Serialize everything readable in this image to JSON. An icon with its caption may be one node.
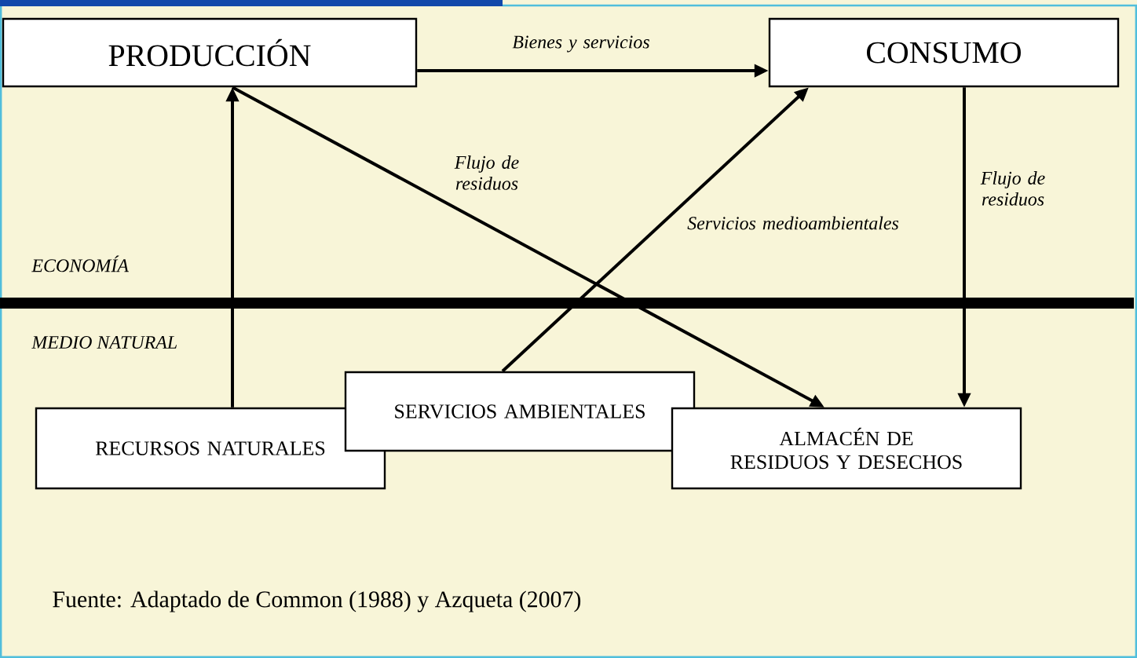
{
  "diagram": {
    "nodes": [
      {
        "text": [
          "PRODUCCIÓN"
        ]
      },
      {
        "text": [
          "CONSUMO"
        ]
      },
      {
        "text": [
          "RECURSOS NATURALES"
        ]
      },
      {
        "text": [
          "SERVICIOS AMBIENTALES"
        ]
      },
      {
        "text": [
          "ALMACÉN DE RESIDUOS Y DESECHOS"
        ]
      }
    ],
    "edges": [
      {
        "from": 0,
        "to": 1,
        "arrow": "to",
        "label": "Bienes y servicios"
      },
      {
        "from": 2,
        "to": 0,
        "arrow": "to"
      },
      {
        "from": 0,
        "to": 4,
        "arrow": "to",
        "label": "Flujo de residuos"
      },
      {
        "from": 3,
        "to": 1,
        "arrow": "to",
        "label": "Servicios medioambientales"
      },
      {
        "from": 1,
        "to": 4,
        "arrow": "to",
        "label": "Flujo de residuos"
      }
    ],
    "labels": [
      "ECONOMÍA",
      "MEDIO NATURAL",
      "Fuente: Adaptado de Common (1988) y Azqueta (2007)"
    ]
  }
}
